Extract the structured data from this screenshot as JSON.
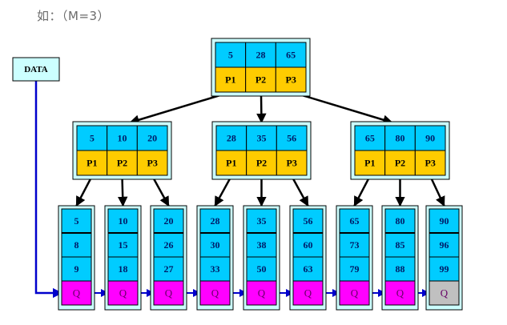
{
  "caption": "如：（M=3）",
  "colors": {
    "key_cell": "#00CCFF",
    "pointer_cell": "#FFCC00",
    "q_cell": "#FF00FF",
    "q_cell_last": "#C0C0C0",
    "node_frame": "#CCFFFF",
    "data_box": "#CCFFFF",
    "link": "#0000CC",
    "edge": "#000000"
  },
  "data_label": "DATA",
  "root": {
    "keys": [
      "5",
      "28",
      "65"
    ],
    "pointers": [
      "P1",
      "P2",
      "P3"
    ]
  },
  "internal": [
    {
      "keys": [
        "5",
        "10",
        "20"
      ],
      "pointers": [
        "P1",
        "P2",
        "P3"
      ]
    },
    {
      "keys": [
        "28",
        "35",
        "56"
      ],
      "pointers": [
        "P1",
        "P2",
        "P3"
      ]
    },
    {
      "keys": [
        "65",
        "80",
        "90"
      ],
      "pointers": [
        "P1",
        "P2",
        "P3"
      ]
    }
  ],
  "leaves": [
    {
      "keys": [
        "5",
        "8",
        "9"
      ],
      "q": "Q"
    },
    {
      "keys": [
        "10",
        "15",
        "18"
      ],
      "q": "Q"
    },
    {
      "keys": [
        "20",
        "26",
        "27"
      ],
      "q": "Q"
    },
    {
      "keys": [
        "28",
        "30",
        "33"
      ],
      "q": "Q"
    },
    {
      "keys": [
        "35",
        "38",
        "50"
      ],
      "q": "Q"
    },
    {
      "keys": [
        "56",
        "60",
        "63"
      ],
      "q": "Q"
    },
    {
      "keys": [
        "65",
        "73",
        "79"
      ],
      "q": "Q"
    },
    {
      "keys": [
        "80",
        "85",
        "88"
      ],
      "q": "Q"
    },
    {
      "keys": [
        "90",
        "96",
        "99"
      ],
      "q": "Q"
    }
  ]
}
